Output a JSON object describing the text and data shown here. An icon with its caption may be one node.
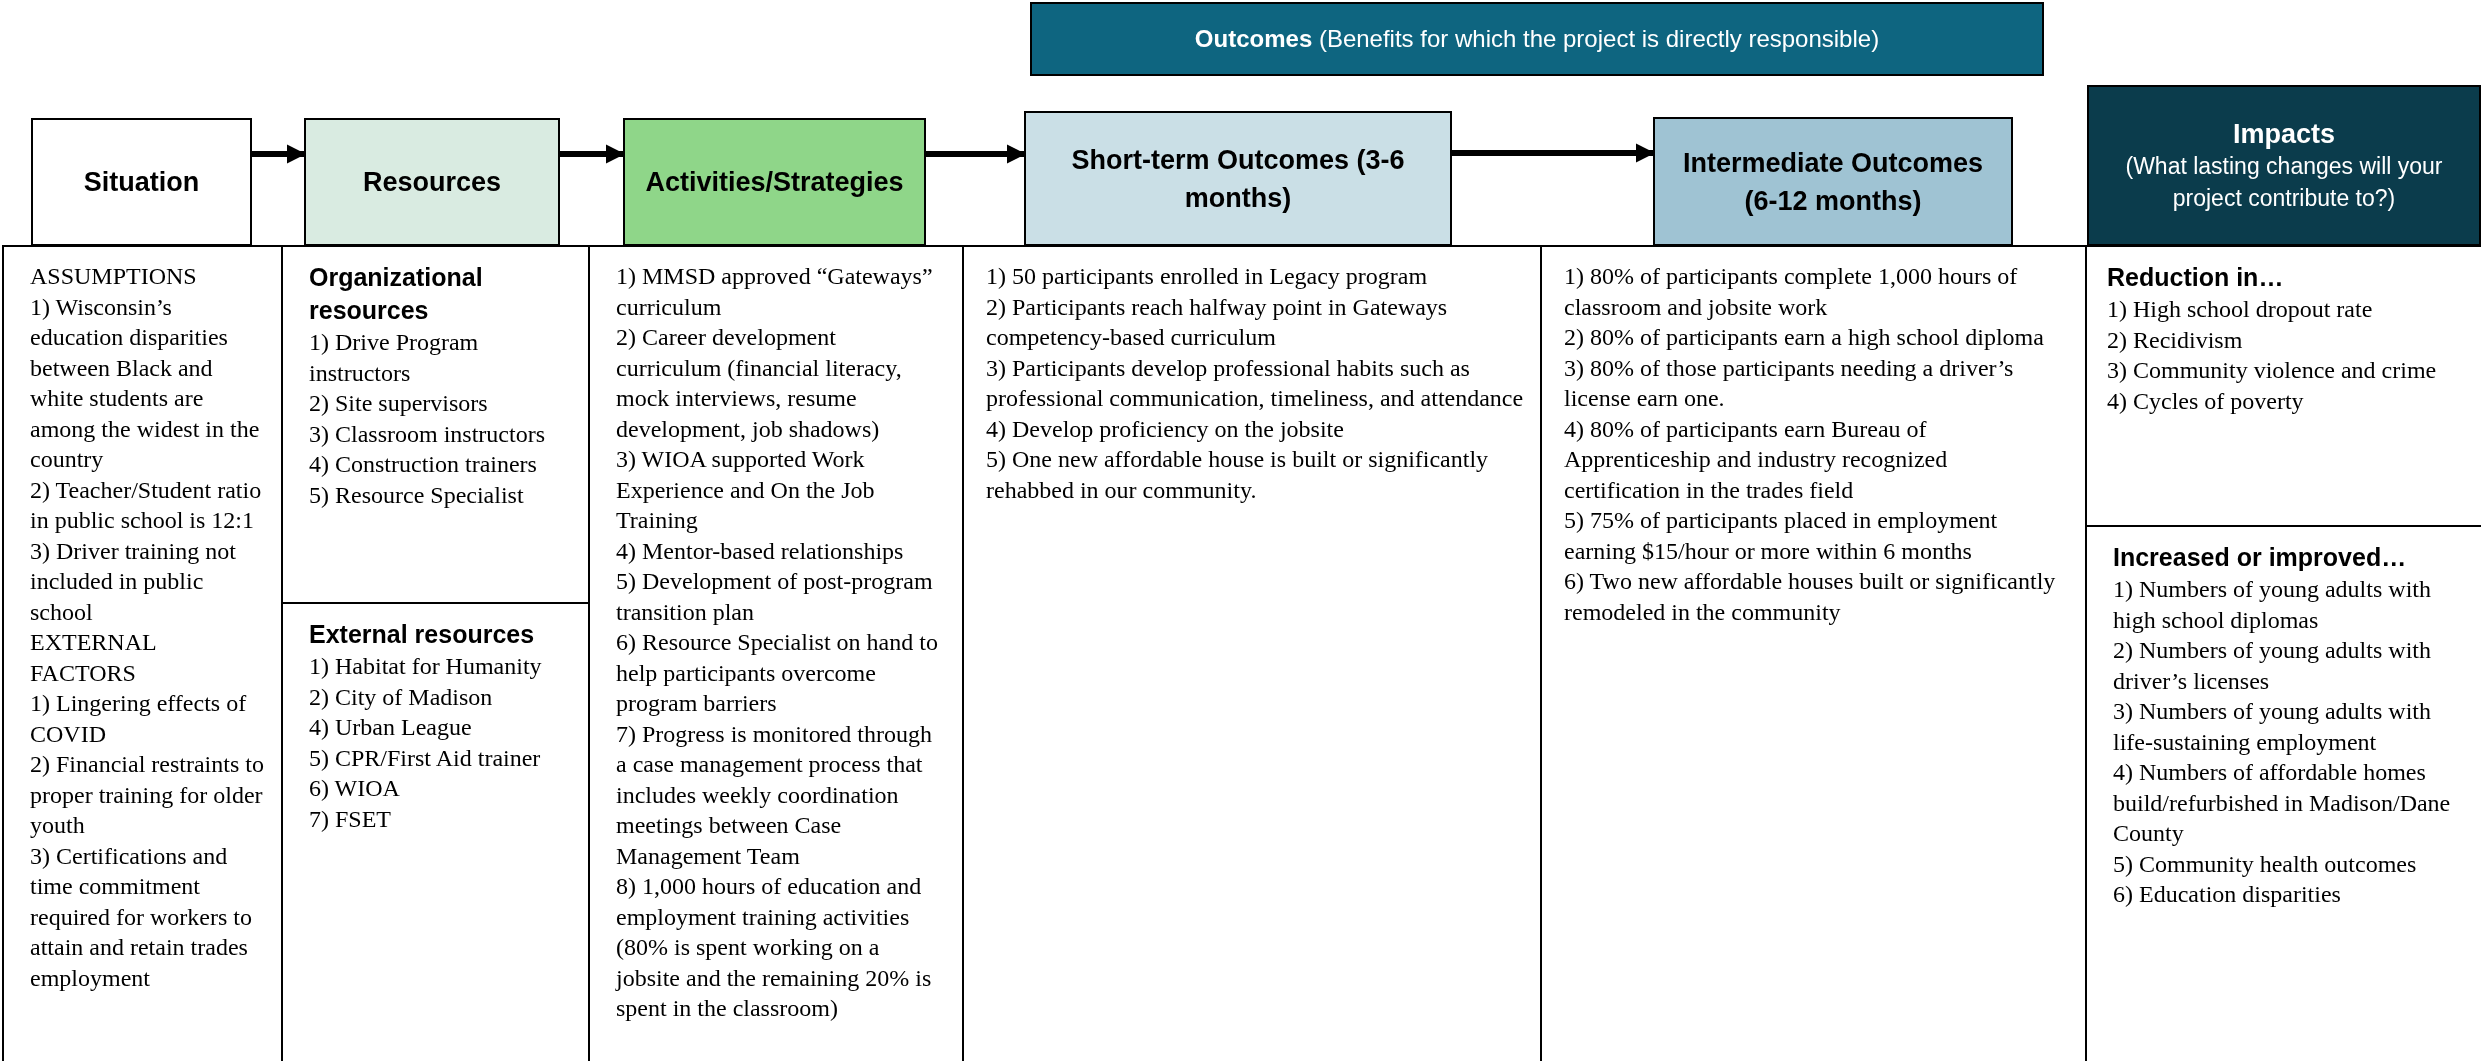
{
  "diagram": {
    "nodes": [
      {
        "text": [
          "**Outcomes** (Benefits for which the project is directly responsible)"
        ]
      },
      {
        "text": [
          "Situation"
        ]
      },
      {
        "text": [
          "Resources"
        ]
      },
      {
        "text": [
          "Activities/Strategies"
        ]
      },
      {
        "text": [
          "Short-term Outcomes (3-6 months)"
        ]
      },
      {
        "text": [
          "Intermediate Outcomes (6-12 months)"
        ]
      },
      {
        "text": [
          "Impacts",
          "(What lasting changes will your project contribute to?)"
        ]
      },
      {
        "text": [
          "ASSUMPTIONS",
          "1) Wisconsin’s education disparities between Black and white students are among the widest in the country",
          "2) Teacher/Student ratio in public school is 12:1",
          "3) Driver training not included in public school",
          "EXTERNAL FACTORS",
          "1) Lingering effects of COVID",
          "2) Financial restraints to proper training for older youth",
          "3) Certifications and time commitment required for workers to attain and retain trades employment"
        ]
      },
      {
        "text": [
          "Organizational resources",
          "1) Drive Program instructors",
          "2) Site supervisors",
          "3) Classroom instructors",
          "4) Construction trainers",
          "5) Resource Specialist"
        ]
      },
      {
        "text": [
          "External resources",
          "1) Habitat for Humanity",
          "2) City of Madison",
          "4) Urban League",
          "5) CPR/First Aid trainer",
          "6) WIOA",
          "7) FSET"
        ]
      },
      {
        "text": [
          "1) MMSD approved “Gateways” curriculum",
          "2) Career development curriculum (financial literacy, mock interviews, resume development, job shadows)",
          "3) WIOA supported Work Experience and On the Job Training",
          "4) Mentor-based relationships",
          "5) Development of post-program transition plan",
          "6) Resource Specialist on hand to help participants overcome program barriers",
          "7) Progress is monitored through a case management process that includes weekly coordination meetings between Case Management Team",
          "8) 1,000 hours of education and employment training activities (80% is spent working on a jobsite and the remaining 20% is spent in the classroom)"
        ]
      },
      {
        "text": [
          "1) 50 participants enrolled in Legacy program",
          "2) Participants reach halfway point in Gateways competency-based curriculum",
          "3) Participants develop professional habits such as professional communication, timeliness, and attendance",
          "4) Develop proficiency on the jobsite",
          "5) One new affordable house is built or significantly rehabbed in our community."
        ]
      },
      {
        "text": [
          "1) 80% of participants complete 1,000 hours of classroom and jobsite work",
          "2) 80% of participants earn a high school diploma",
          "3) 80% of those participants needing a driver’s license earn one.",
          "4) 80% of participants earn Bureau of Apprenticeship and industry recognized certification in the trades field",
          "5) 75% of participants placed in employment earning $15/hour or more within 6 months",
          "6) Two new affordable houses built or significantly remodeled in the community"
        ]
      },
      {
        "text": [
          "Reduction in…",
          "1) High school dropout rate",
          "2) Recidivism",
          "3) Community violence and crime",
          "4) Cycles of poverty"
        ]
      },
      {
        "text": [
          "Increased or improved…",
          "1) Numbers of young adults with high school diplomas",
          "2) Numbers of young adults with driver’s licenses",
          "3) Numbers of young adults with life-sustaining employment",
          "4) Numbers of affordable homes build/refurbished in Madison/Dane County",
          "5) Community health outcomes",
          "6) Education disparities"
        ]
      }
    ],
    "edges": [
      {
        "from": 1,
        "to": 2,
        "arrow": "to"
      },
      {
        "from": 2,
        "to": 3,
        "arrow": "to"
      },
      {
        "from": 3,
        "to": 4,
        "arrow": "to"
      },
      {
        "from": 4,
        "to": 5,
        "arrow": "to"
      }
    ]
  }
}
